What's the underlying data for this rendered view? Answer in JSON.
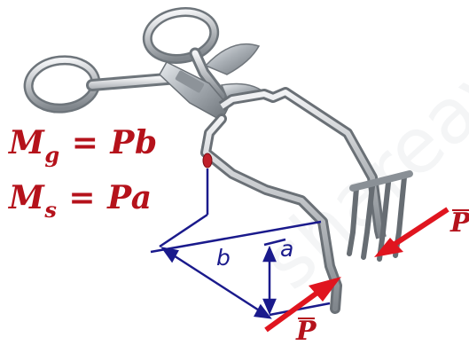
{
  "formulas": {
    "m_g": {
      "symbol": "M",
      "subscript": "g",
      "rhs": "= Pb"
    },
    "m_s": {
      "symbol": "M",
      "subscript": "s",
      "rhs": "= Pa"
    }
  },
  "dimensions": {
    "b": "b",
    "a": "a"
  },
  "forces": {
    "left": "P",
    "right": "P"
  },
  "watermark": "shareav",
  "colors": {
    "formula": "#b5121b",
    "dimension": "#1a1a8c",
    "force_arrow": "#e0151f",
    "metal": "#9aa0a6",
    "marker": "#c0202a"
  }
}
